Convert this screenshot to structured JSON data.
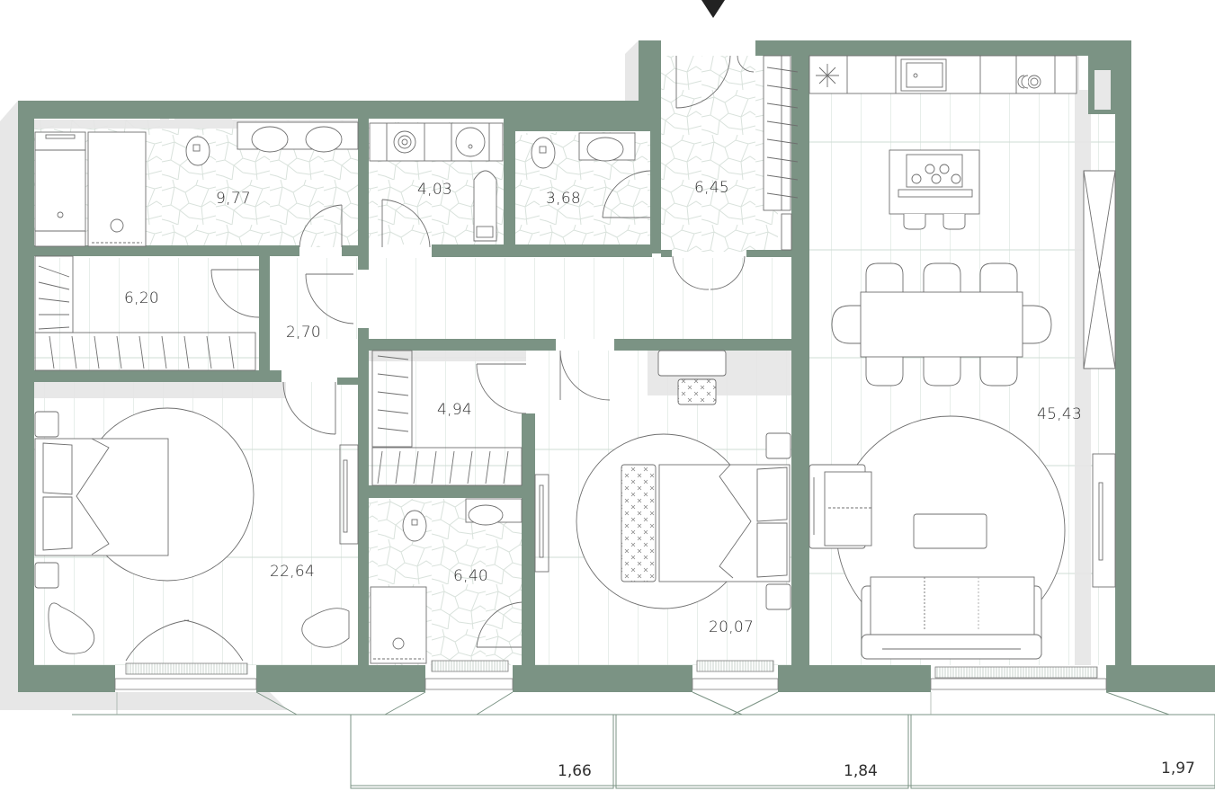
{
  "plan": {
    "entrance_marker": "down-triangle-icon",
    "colors": {
      "wall": "#7b9384",
      "shadow": "#e6e6e6",
      "line": "#6f6f6f",
      "floor_line": "#c7d4cc",
      "text": "#2f2f2f"
    },
    "rooms": [
      {
        "id": "bathroom-master",
        "type": "bathroom",
        "area": "9,77"
      },
      {
        "id": "laundry",
        "type": "laundry",
        "area": "4,03"
      },
      {
        "id": "wc",
        "type": "toilet",
        "area": "3,68"
      },
      {
        "id": "entrance-hall",
        "type": "hall",
        "area": "6,45"
      },
      {
        "id": "wardrobe-left",
        "type": "wardrobe",
        "area": "6,20"
      },
      {
        "id": "corridor",
        "type": "corridor",
        "area": "2,70"
      },
      {
        "id": "bedroom-left",
        "type": "bedroom",
        "area": "22,64"
      },
      {
        "id": "wardrobe-middle",
        "type": "wardrobe",
        "area": "4,94"
      },
      {
        "id": "bathroom-middle",
        "type": "bathroom",
        "area": "6,40"
      },
      {
        "id": "bedroom-middle",
        "type": "bedroom",
        "area": "20,07"
      },
      {
        "id": "kitchen-living",
        "type": "kitchen-living",
        "area": "45,43"
      }
    ],
    "balconies": [
      {
        "id": "balcony-1",
        "area": "1,66"
      },
      {
        "id": "balcony-2",
        "area": "1,84"
      },
      {
        "id": "balcony-3",
        "area": "1,97"
      }
    ]
  }
}
